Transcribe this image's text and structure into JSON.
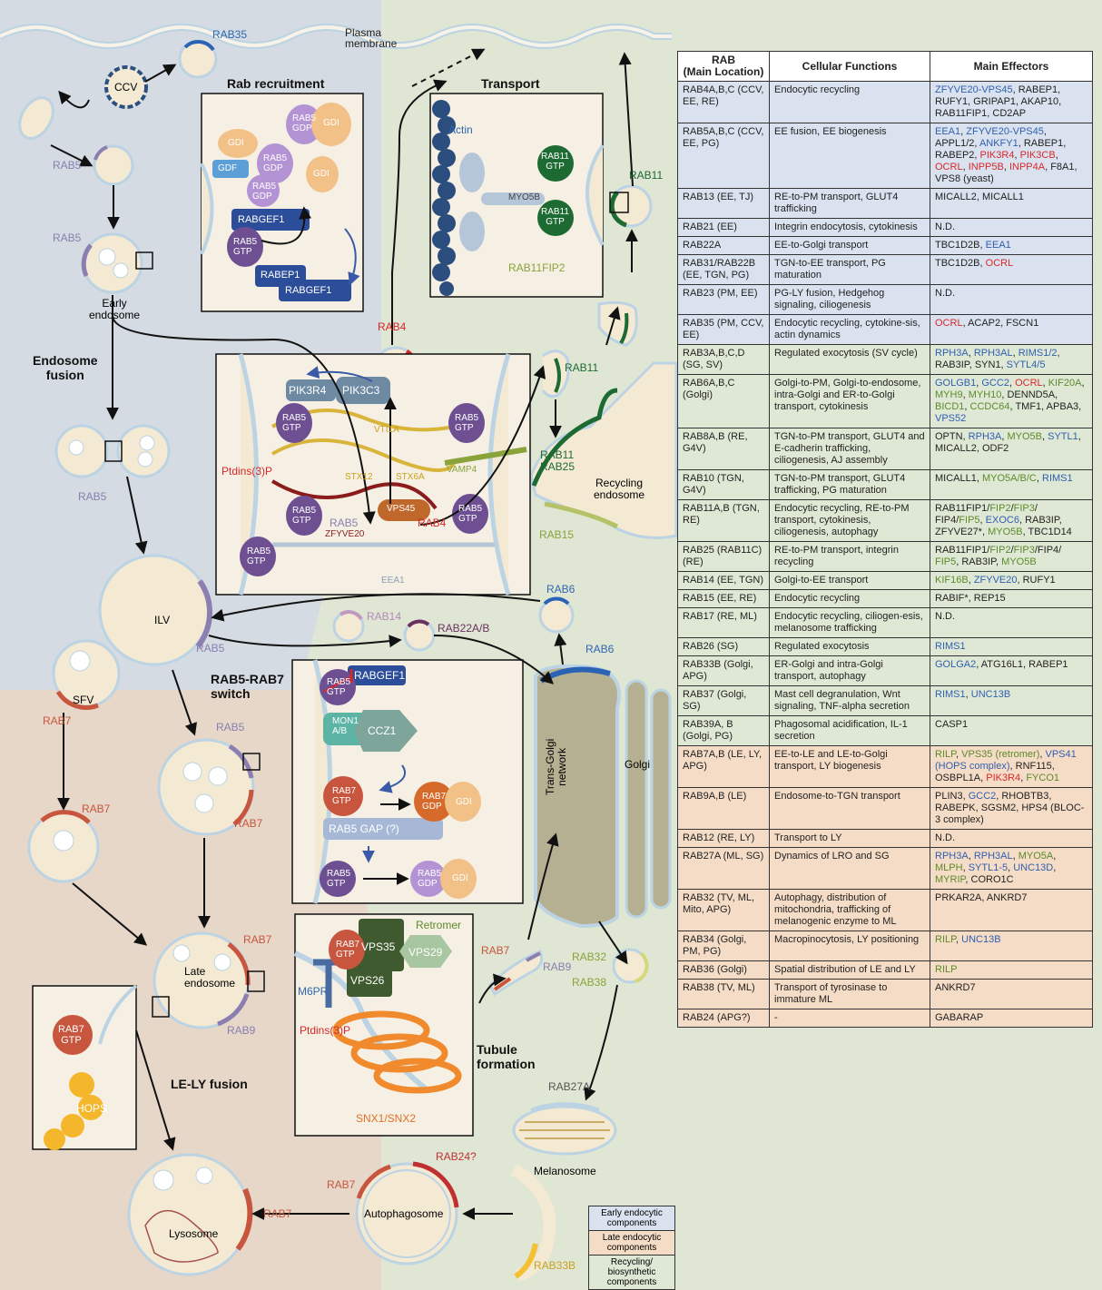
{
  "title_labels": {
    "plasma_membrane": "Plasma\nmembrane",
    "rab_recruitment": "Rab recruitment",
    "transport": "Transport",
    "endosome_fusion": "Endosome\nfusion",
    "switch": "RAB5-RAB7\nswitch",
    "tubule": "Tubule\nformation",
    "lely": "LE-LY fusion"
  },
  "diagram_labels": {
    "ccv": "CCV",
    "rab35": "RAB35",
    "rab5": "RAB5",
    "early_endosome": "Early\nendosome",
    "rab4": "RAB4",
    "rab11": "RAB11",
    "rab11_rab25": "RAB11\nRAB25",
    "rab15": "RAB15",
    "recycling_endosome": "Recycling\nendosome",
    "ilv": "ILV",
    "sfv": "SFV",
    "rab7": "RAB7",
    "rab14": "RAB14",
    "rab22ab": "RAB22A/B",
    "rab6": "RAB6",
    "trans_golgi": "Trans-Golgi\nnetwork",
    "golgi": "Golgi",
    "late_endosome": "Late\nendosome",
    "rab9": "RAB9",
    "rab32": "RAB32",
    "rab38": "RAB38",
    "rab27a": "RAB27A",
    "melanosome": "Melanosome",
    "lysosome": "Lysosome",
    "autophagosome": "Autophagosome",
    "rab24": "RAB24?",
    "rab33b": "RAB33B",
    "actin": "Actin",
    "myo5b": "MYO5B",
    "rab11fip2": "RAB11FIP2",
    "rab11gtp": "RAB11\nGTP",
    "gdi": "GDI",
    "gdf": "GDF",
    "rab5gdp": "RAB5\nGDP",
    "rab5gtp": "RAB5\nGTP",
    "rabgef1": "RABGEF1",
    "rabep1": "RABEP1",
    "pik3r4": "PIK3R4",
    "pik3c3": "PIK3C3",
    "vti1a": "VTI1A",
    "vamp4": "VAMP4",
    "ptdins": "Ptdins(3)P",
    "stx12": "STX12",
    "stx6a": "STX6A",
    "vps45": "VPS45",
    "zfyve20": "ZFYVE20",
    "eea1": "EEA1",
    "mon1": "MON1\nA/B",
    "ccz1": "CCZ1",
    "rab7gtp": "RAB7\nGTP",
    "rab7gdp": "RAB7\nGDP",
    "rab5gap": "RAB5 GAP (?)",
    "vps35": "VPS35",
    "vps29": "VPS29",
    "vps26": "VPS26",
    "retromer": "Retromer",
    "m6pr": "M6PR",
    "snx": "SNX1/SNX2",
    "hops": "HOPS"
  },
  "table": {
    "headers": [
      "RAB\n(Main Location)",
      "Cellular Functions",
      "Main Effectors"
    ],
    "rows": [
      {
        "group": "early",
        "rab": "RAB4A,B,C (CCV, EE, RE)",
        "fn": "Endocytic recycling",
        "eff": [
          [
            "ZFYVE20-VPS45",
            "blue"
          ],
          [
            ", RABEP1, RUFY1, GRIPAP1, AKAP10, RAB11FIP1, CD2AP",
            "dark"
          ]
        ]
      },
      {
        "group": "early",
        "rab": "RAB5A,B,C (CCV, EE, PG)",
        "fn": "EE fusion, EE biogenesis",
        "eff": [
          [
            "EEA1",
            "blue"
          ],
          [
            ", ",
            "dark"
          ],
          [
            "ZFYVE20-VPS45",
            "blue"
          ],
          [
            ", APPL1/2, ",
            "dark"
          ],
          [
            "ANKFY1",
            "blue"
          ],
          [
            ", RABEP1, RABEP2, ",
            "dark"
          ],
          [
            "PIK3R4",
            "red"
          ],
          [
            ", ",
            "dark"
          ],
          [
            "PIK3CB",
            "red"
          ],
          [
            ", ",
            "dark"
          ],
          [
            "OCRL",
            "red"
          ],
          [
            ", ",
            "dark"
          ],
          [
            "INPP5B",
            "red"
          ],
          [
            ", ",
            "dark"
          ],
          [
            "INPP4A",
            "red"
          ],
          [
            ", F8A1, VPS8 (yeast)",
            "dark"
          ]
        ]
      },
      {
        "group": "early",
        "rab": "RAB13 (EE, TJ)",
        "fn": "RE-to-PM transport, GLUT4 trafficking",
        "eff": [
          [
            "MICALL2, MICALL1",
            "dark"
          ]
        ]
      },
      {
        "group": "early",
        "rab": "RAB21 (EE)",
        "fn": "Integrin endocytosis, cytokinesis",
        "eff": [
          [
            "N.D.",
            "dark"
          ]
        ]
      },
      {
        "group": "early",
        "rab": "RAB22A",
        "fn": "EE-to-Golgi transport",
        "eff": [
          [
            "TBC1D2B, ",
            "dark"
          ],
          [
            "EEA1",
            "blue"
          ]
        ]
      },
      {
        "group": "early",
        "rab": "RAB31/RAB22B (EE, TGN, PG)",
        "fn": "TGN-to-EE transport, PG maturation",
        "eff": [
          [
            "TBC1D2B, ",
            "dark"
          ],
          [
            "OCRL",
            "red"
          ]
        ]
      },
      {
        "group": "early",
        "rab": "RAB23 (PM, EE)",
        "fn": "PG-LY fusion, Hedgehog signaling, ciliogenesis",
        "eff": [
          [
            "N.D.",
            "dark"
          ]
        ]
      },
      {
        "group": "early",
        "rab": "RAB35 (PM, CCV, EE)",
        "fn": "Endocytic recycling, cytokine-sis, actin dynamics",
        "eff": [
          [
            "OCRL",
            "red"
          ],
          [
            ", ACAP2, FSCN1",
            "dark"
          ]
        ]
      },
      {
        "group": "rec",
        "rab": "RAB3A,B,C,D (SG, SV)",
        "fn": "Regulated exocytosis (SV cycle)",
        "eff": [
          [
            "RPH3A",
            "blue"
          ],
          [
            ", ",
            "dark"
          ],
          [
            "RPH3AL",
            "blue"
          ],
          [
            ", ",
            "dark"
          ],
          [
            "RIMS1/2",
            "blue"
          ],
          [
            ", RAB3IP, SYN1, ",
            "dark"
          ],
          [
            "SYTL4/5",
            "blue"
          ]
        ]
      },
      {
        "group": "rec",
        "rab": "RAB6A,B,C (Golgi)",
        "fn": "Golgi-to-PM, Golgi-to-endosome, intra-Golgi and ER-to-Golgi transport, cytokinesis",
        "eff": [
          [
            "GOLGB1",
            "blue"
          ],
          [
            ", ",
            "dark"
          ],
          [
            "GCC2",
            "blue"
          ],
          [
            ", ",
            "dark"
          ],
          [
            "OCRL",
            "red"
          ],
          [
            ", ",
            "dark"
          ],
          [
            "KIF20A",
            "green"
          ],
          [
            ", ",
            "dark"
          ],
          [
            "MYH9",
            "green"
          ],
          [
            ", ",
            "dark"
          ],
          [
            "MYH10",
            "green"
          ],
          [
            ", DENND5A, ",
            "dark"
          ],
          [
            "BICD1",
            "green"
          ],
          [
            ", ",
            "dark"
          ],
          [
            "CCDC64",
            "green"
          ],
          [
            ", TMF1, APBA3, ",
            "dark"
          ],
          [
            "VPS52",
            "blue"
          ]
        ]
      },
      {
        "group": "rec",
        "rab": "RAB8A,B (RE, G4V)",
        "fn": "TGN-to-PM transport, GLUT4 and E-cadherin trafficking, ciliogenesis, AJ assembly",
        "eff": [
          [
            "OPTN, ",
            "dark"
          ],
          [
            "RPH3A",
            "blue"
          ],
          [
            ", ",
            "dark"
          ],
          [
            "MYO5B",
            "green"
          ],
          [
            ", ",
            "dark"
          ],
          [
            "SYTL1",
            "blue"
          ],
          [
            ", MICALL2, ODF2",
            "dark"
          ]
        ]
      },
      {
        "group": "rec",
        "rab": "RAB10 (TGN, G4V)",
        "fn": "TGN-to-PM transport, GLUT4 trafficking, PG maturation",
        "eff": [
          [
            "MICALL1, ",
            "dark"
          ],
          [
            "MYO5A/B/C",
            "green"
          ],
          [
            ", ",
            "dark"
          ],
          [
            "RIMS1",
            "blue"
          ]
        ]
      },
      {
        "group": "rec",
        "rab": "RAB11A,B (TGN, RE)",
        "fn": "Endocytic recycling, RE-to-PM transport, cytokinesis, ciliogenesis, autophagy",
        "eff": [
          [
            "RAB11FIP1/",
            "dark"
          ],
          [
            "FIP2",
            "green"
          ],
          [
            "/",
            "dark"
          ],
          [
            "FIP3",
            "green"
          ],
          [
            "/ FIP4/",
            "dark"
          ],
          [
            "FIP5",
            "green"
          ],
          [
            ", ",
            "dark"
          ],
          [
            "EXOC6",
            "blue"
          ],
          [
            ", RAB3IP, ZFYVE27*, ",
            "dark"
          ],
          [
            "MYO5B",
            "green"
          ],
          [
            ", TBC1D14",
            "dark"
          ]
        ]
      },
      {
        "group": "rec",
        "rab": "RAB25 (RAB11C) (RE)",
        "fn": "RE-to-PM transport, integrin recycling",
        "eff": [
          [
            "RAB11FIP1/",
            "dark"
          ],
          [
            "FIP2",
            "green"
          ],
          [
            "/",
            "dark"
          ],
          [
            "FIP3",
            "green"
          ],
          [
            "/FIP4/ ",
            "dark"
          ],
          [
            "FIP5",
            "green"
          ],
          [
            ", RAB3IP, ",
            "dark"
          ],
          [
            "MYO5B",
            "green"
          ]
        ]
      },
      {
        "group": "rec",
        "rab": "RAB14 (EE, TGN)",
        "fn": "Golgi-to-EE transport",
        "eff": [
          [
            "KIF16B",
            "green"
          ],
          [
            ", ",
            "dark"
          ],
          [
            "ZFYVE20",
            "blue"
          ],
          [
            ", RUFY1",
            "dark"
          ]
        ]
      },
      {
        "group": "rec",
        "rab": "RAB15 (EE, RE)",
        "fn": "Endocytic recycling",
        "eff": [
          [
            "RABIF*, REP15",
            "dark"
          ]
        ]
      },
      {
        "group": "rec",
        "rab": "RAB17 (RE, ML)",
        "fn": "Endocytic recycling, ciliogen-esis, melanosome trafficking",
        "eff": [
          [
            "N.D.",
            "dark"
          ]
        ]
      },
      {
        "group": "rec",
        "rab": "RAB26 (SG)",
        "fn": "Regulated exocytosis",
        "eff": [
          [
            "RIMS1",
            "blue"
          ]
        ]
      },
      {
        "group": "rec",
        "rab": "RAB33B (Golgi, APG)",
        "fn": "ER-Golgi and intra-Golgi transport, autophagy",
        "eff": [
          [
            "GOLGA2",
            "blue"
          ],
          [
            ", ATG16L1, RABEP1",
            "dark"
          ]
        ]
      },
      {
        "group": "rec",
        "rab": "RAB37 (Golgi, SG)",
        "fn": "Mast cell degranulation, Wnt signaling, TNF-alpha secretion",
        "eff": [
          [
            "RIMS1",
            "blue"
          ],
          [
            ", ",
            "dark"
          ],
          [
            "UNC13B",
            "blue"
          ]
        ]
      },
      {
        "group": "rec",
        "rab": "RAB39A, B (Golgi, PG)",
        "fn": "Phagosomal acidification, IL-1 secretion",
        "eff": [
          [
            "CASP1",
            "dark"
          ]
        ]
      },
      {
        "group": "late",
        "rab": "RAB7A,B (LE, LY, APG)",
        "fn": "EE-to-LE and LE-to-Golgi transport, LY biogenesis",
        "eff": [
          [
            "RILP",
            "green"
          ],
          [
            ", ",
            "dark"
          ],
          [
            "VPS35 (retromer)",
            "green"
          ],
          [
            ", ",
            "dark"
          ],
          [
            "VPS41 (HOPS complex)",
            "blue"
          ],
          [
            ", RNF115, OSBPL1A, ",
            "dark"
          ],
          [
            "PIK3R4",
            "red"
          ],
          [
            ", ",
            "dark"
          ],
          [
            "FYCO1",
            "green"
          ]
        ]
      },
      {
        "group": "late",
        "rab": "RAB9A,B (LE)",
        "fn": "Endosome-to-TGN transport",
        "eff": [
          [
            "PLIN3, ",
            "dark"
          ],
          [
            "GCC2",
            "blue"
          ],
          [
            ", RHOBTB3, RABEPK, SGSM2, HPS4 (BLOC-3 complex)",
            "dark"
          ]
        ]
      },
      {
        "group": "late",
        "rab": "RAB12 (RE, LY)",
        "fn": "Transport to LY",
        "eff": [
          [
            "N.D.",
            "dark"
          ]
        ]
      },
      {
        "group": "late",
        "rab": "RAB27A (ML, SG)",
        "fn": "Dynamics of LRO and SG",
        "eff": [
          [
            "RPH3A",
            "blue"
          ],
          [
            ", ",
            "dark"
          ],
          [
            "RPH3AL",
            "blue"
          ],
          [
            ", ",
            "dark"
          ],
          [
            "MYO5A",
            "green"
          ],
          [
            ", ",
            "dark"
          ],
          [
            "MLPH",
            "green"
          ],
          [
            ", ",
            "dark"
          ],
          [
            "SYTL1-5",
            "blue"
          ],
          [
            ", ",
            "dark"
          ],
          [
            "UNC13D",
            "blue"
          ],
          [
            ", ",
            "dark"
          ],
          [
            "MYRIP",
            "green"
          ],
          [
            ", CORO1C",
            "dark"
          ]
        ]
      },
      {
        "group": "late",
        "rab": "RAB32 (TV, ML, Mito, APG)",
        "fn": "Autophagy, distribution of mitochondria, trafficking of melanogenic enzyme to ML",
        "eff": [
          [
            "PRKAR2A, ANKRD7",
            "dark"
          ]
        ]
      },
      {
        "group": "late",
        "rab": "RAB34 (Golgi, PM, PG)",
        "fn": "Macropinocytosis, LY positioning",
        "eff": [
          [
            "RILP",
            "green"
          ],
          [
            ", ",
            "dark"
          ],
          [
            "UNC13B",
            "blue"
          ]
        ]
      },
      {
        "group": "late",
        "rab": "RAB36 (Golgi)",
        "fn": "Spatial distribution of LE and LY",
        "eff": [
          [
            "RILP",
            "green"
          ]
        ]
      },
      {
        "group": "late",
        "rab": "RAB38 (TV, ML)",
        "fn": "Transport of tyrosinase to immature ML",
        "eff": [
          [
            "ANKRD7",
            "dark"
          ]
        ]
      },
      {
        "group": "late",
        "rab": "RAB24 (APG?)",
        "fn": "-",
        "eff": [
          [
            "GABARAP",
            "dark"
          ]
        ]
      }
    ]
  },
  "legend": {
    "early": "Early endocytic components",
    "late": "Late endocytic components",
    "rec": "Recycling/ biosynthetic components",
    "colors": {
      "early": "#d9e2ee",
      "late": "#f5dcc6",
      "rec": "#dfe8d5"
    }
  }
}
